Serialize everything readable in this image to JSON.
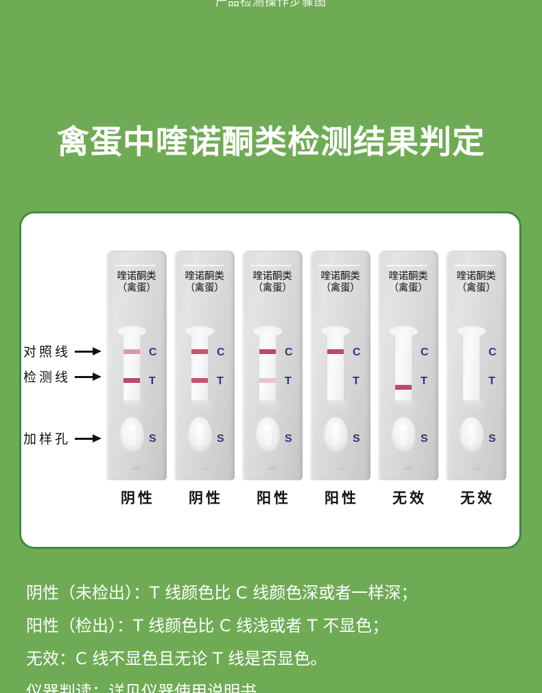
{
  "top_strip": {
    "text": "产品检测操作步骤图"
  },
  "page_title": "禽蛋中喹诺酮类检测结果判定",
  "diagram": {
    "annotations": [
      {
        "name": "control-line",
        "label": "对照线",
        "arrow": "arrow-right-icon"
      },
      {
        "name": "test-line",
        "label": "检测线",
        "arrow": "arrow-right-icon"
      },
      {
        "name": "sample-well",
        "label": "加样孔",
        "arrow": "arrow-right-icon"
      }
    ],
    "letters": {
      "control": "C",
      "test": "T",
      "sample": "S"
    },
    "letter_color": "#32327E",
    "cassette_color": "#D8D8D8",
    "line_colors": {
      "dark": "#B94A68",
      "medium": "#C2566F",
      "faint": "#D99BAC",
      "very_faint": "#E8C3CE",
      "none": "transparent"
    },
    "cassettes": [
      {
        "name": "cassette-1",
        "title_line1": "喹诺酮类",
        "title_line2": "（禽蛋）",
        "control_intensity": "faint",
        "test_intensity": "dark",
        "test_low": false,
        "verdict": "阴性"
      },
      {
        "name": "cassette-2",
        "title_line1": "喹诺酮类",
        "title_line2": "（禽蛋）",
        "control_intensity": "medium",
        "test_intensity": "medium",
        "test_low": false,
        "verdict": "阴性"
      },
      {
        "name": "cassette-3",
        "title_line1": "喹诺酮类",
        "title_line2": "（禽蛋）",
        "control_intensity": "dark",
        "test_intensity": "very_faint",
        "test_low": false,
        "verdict": "阳性"
      },
      {
        "name": "cassette-4",
        "title_line1": "喹诺酮类",
        "title_line2": "（禽蛋）",
        "control_intensity": "dark",
        "test_intensity": "none",
        "test_low": false,
        "verdict": "阳性"
      },
      {
        "name": "cassette-5",
        "title_line1": "喹诺酮类",
        "title_line2": "（禽蛋）",
        "control_intensity": "none",
        "test_intensity": "dark",
        "test_low": true,
        "verdict": "无效"
      },
      {
        "name": "cassette-6",
        "title_line1": "喹诺酮类",
        "title_line2": "（禽蛋）",
        "control_intensity": "none",
        "test_intensity": "none",
        "test_low": false,
        "verdict": "无效"
      }
    ]
  },
  "legend": {
    "lines": [
      "阴性（未检出）：T 线颜色比 C 线颜色深或者一样深；",
      "阳性（检出）：T 线颜色比 C 线浅或者 T 不显色；",
      "无效：C 线不显色且无论 T 线是否显色。",
      "仪器判读：详见仪器使用说明书"
    ]
  },
  "colors": {
    "background_green": "#6FAB55",
    "card_border_green": "#3F8A43",
    "card_fill": "#FFFFFF",
    "text_white": "#FFFFFF",
    "text_black": "#111111"
  }
}
